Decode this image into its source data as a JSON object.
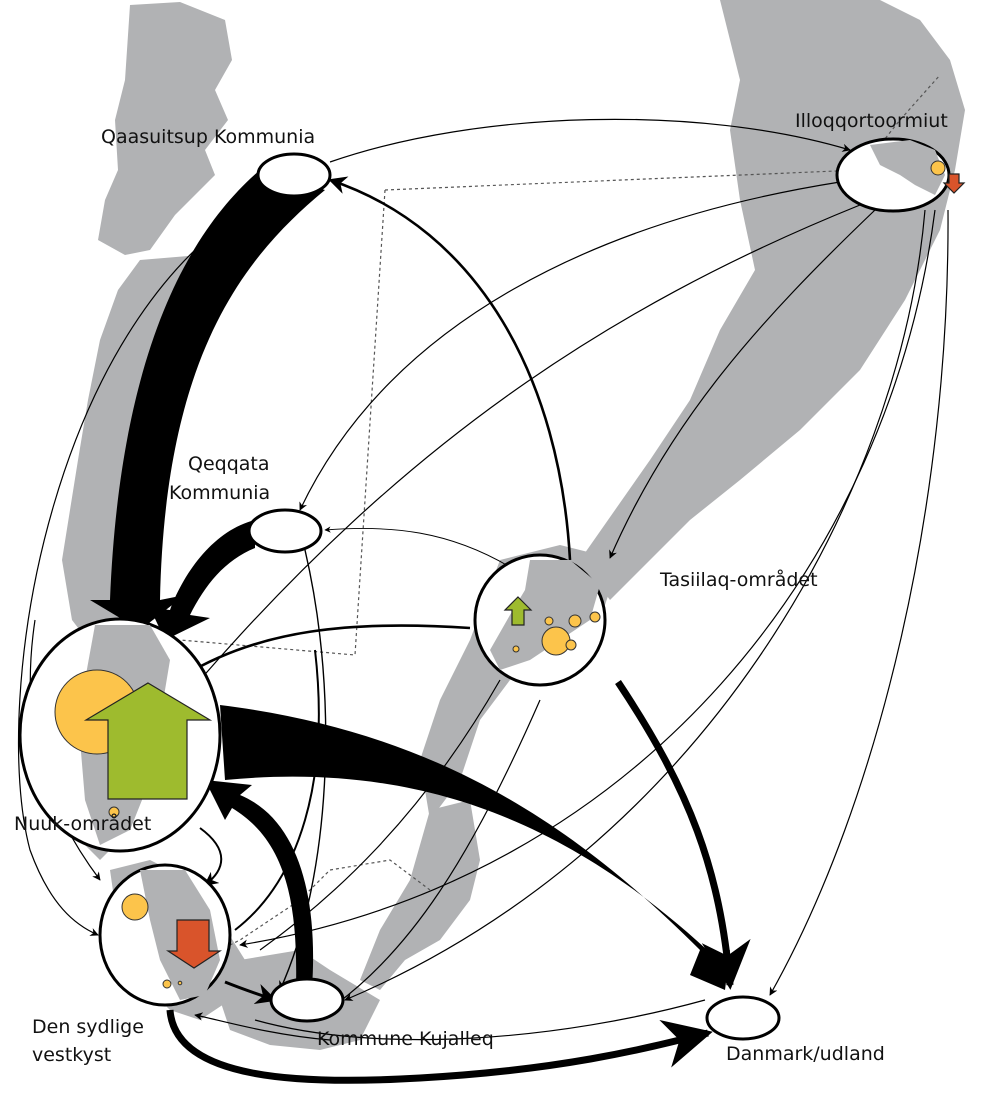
{
  "title": "Migration flows between Greenland regions",
  "colors": {
    "land": "#b1b2b4",
    "flow": "#000000",
    "settlement": "#fcc44b",
    "increase": "#9ebb2e",
    "decrease": "#d9542b",
    "border": "#555555"
  },
  "regions": [
    {
      "id": "qaasuitsup",
      "label": "Qaasuitsup Kommunia",
      "population_change": null,
      "settlements": []
    },
    {
      "id": "illoqqortoormiut",
      "label": "Illoqqortoormiut",
      "population_change": "decrease",
      "settlements": [
        "small"
      ]
    },
    {
      "id": "qeqqata",
      "label_line1": "Qeqqata",
      "label_line2": "Kommunia",
      "population_change": null,
      "settlements": []
    },
    {
      "id": "tasiilaq",
      "label": "Tasiilaq-området",
      "population_change": "increase",
      "settlements": [
        "large",
        "medium",
        "small",
        "small",
        "small",
        "tiny"
      ]
    },
    {
      "id": "nuuk",
      "label": "Nuuk-området",
      "population_change": "increase",
      "settlements": [
        "very-large",
        "tiny"
      ]
    },
    {
      "id": "sydlige",
      "label_line1": "Den sydlige",
      "label_line2": "vestkyst",
      "population_change": "decrease",
      "settlements": [
        "medium",
        "tiny",
        "tiny"
      ]
    },
    {
      "id": "kujalleq",
      "label": "Kommune Kujalleq",
      "population_change": null,
      "settlements": []
    },
    {
      "id": "danmark",
      "label": "Danmark/udland",
      "population_change": null,
      "settlements": []
    }
  ],
  "flows": [
    {
      "from": "qaasuitsup",
      "to": "nuuk",
      "weight": "very-heavy"
    },
    {
      "from": "nuuk",
      "to": "danmark",
      "weight": "very-heavy"
    },
    {
      "from": "qeqqata",
      "to": "nuuk",
      "weight": "heavy"
    },
    {
      "from": "kujalleq",
      "to": "nuuk",
      "weight": "heavy"
    },
    {
      "from": "tasiilaq",
      "to": "danmark",
      "weight": "medium"
    },
    {
      "from": "sydlige",
      "to": "danmark",
      "weight": "medium"
    },
    {
      "from": "tasiilaq",
      "to": "qaasuitsup",
      "weight": "light"
    },
    {
      "from": "tasiilaq",
      "to": "nuuk",
      "weight": "light"
    },
    {
      "from": "sydlige",
      "to": "kujalleq",
      "weight": "light"
    },
    {
      "from": "nuuk",
      "to": "sydlige",
      "weight": "light"
    },
    {
      "from": "qaasuitsup",
      "to": "illoqqortoormiut",
      "weight": "thin"
    },
    {
      "from": "illoqqortoormiut",
      "to": "qeqqata",
      "weight": "thin"
    },
    {
      "from": "illoqqortoormiut",
      "to": "nuuk",
      "weight": "thin"
    },
    {
      "from": "illoqqortoormiut",
      "to": "tasiilaq",
      "weight": "thin"
    },
    {
      "from": "illoqqortoormiut",
      "to": "danmark",
      "weight": "thin"
    },
    {
      "from": "illoqqortoormiut",
      "to": "kujalleq",
      "weight": "thin"
    },
    {
      "from": "illoqqortoormiut",
      "to": "sydlige",
      "weight": "thin"
    },
    {
      "from": "tasiilaq",
      "to": "qeqqata",
      "weight": "thin"
    },
    {
      "from": "tasiilaq",
      "to": "kujalleq",
      "weight": "thin"
    },
    {
      "from": "tasiilaq",
      "to": "sydlige",
      "weight": "thin"
    },
    {
      "from": "qaasuitsup",
      "to": "sydlige",
      "weight": "thin"
    },
    {
      "from": "qeqqata",
      "to": "kujalleq",
      "weight": "thin"
    },
    {
      "from": "sydlige",
      "to": "nuuk",
      "weight": "thin"
    },
    {
      "from": "kujalleq",
      "to": "sydlige",
      "weight": "thin"
    },
    {
      "from": "danmark",
      "to": "sydlige",
      "weight": "thin"
    }
  ]
}
